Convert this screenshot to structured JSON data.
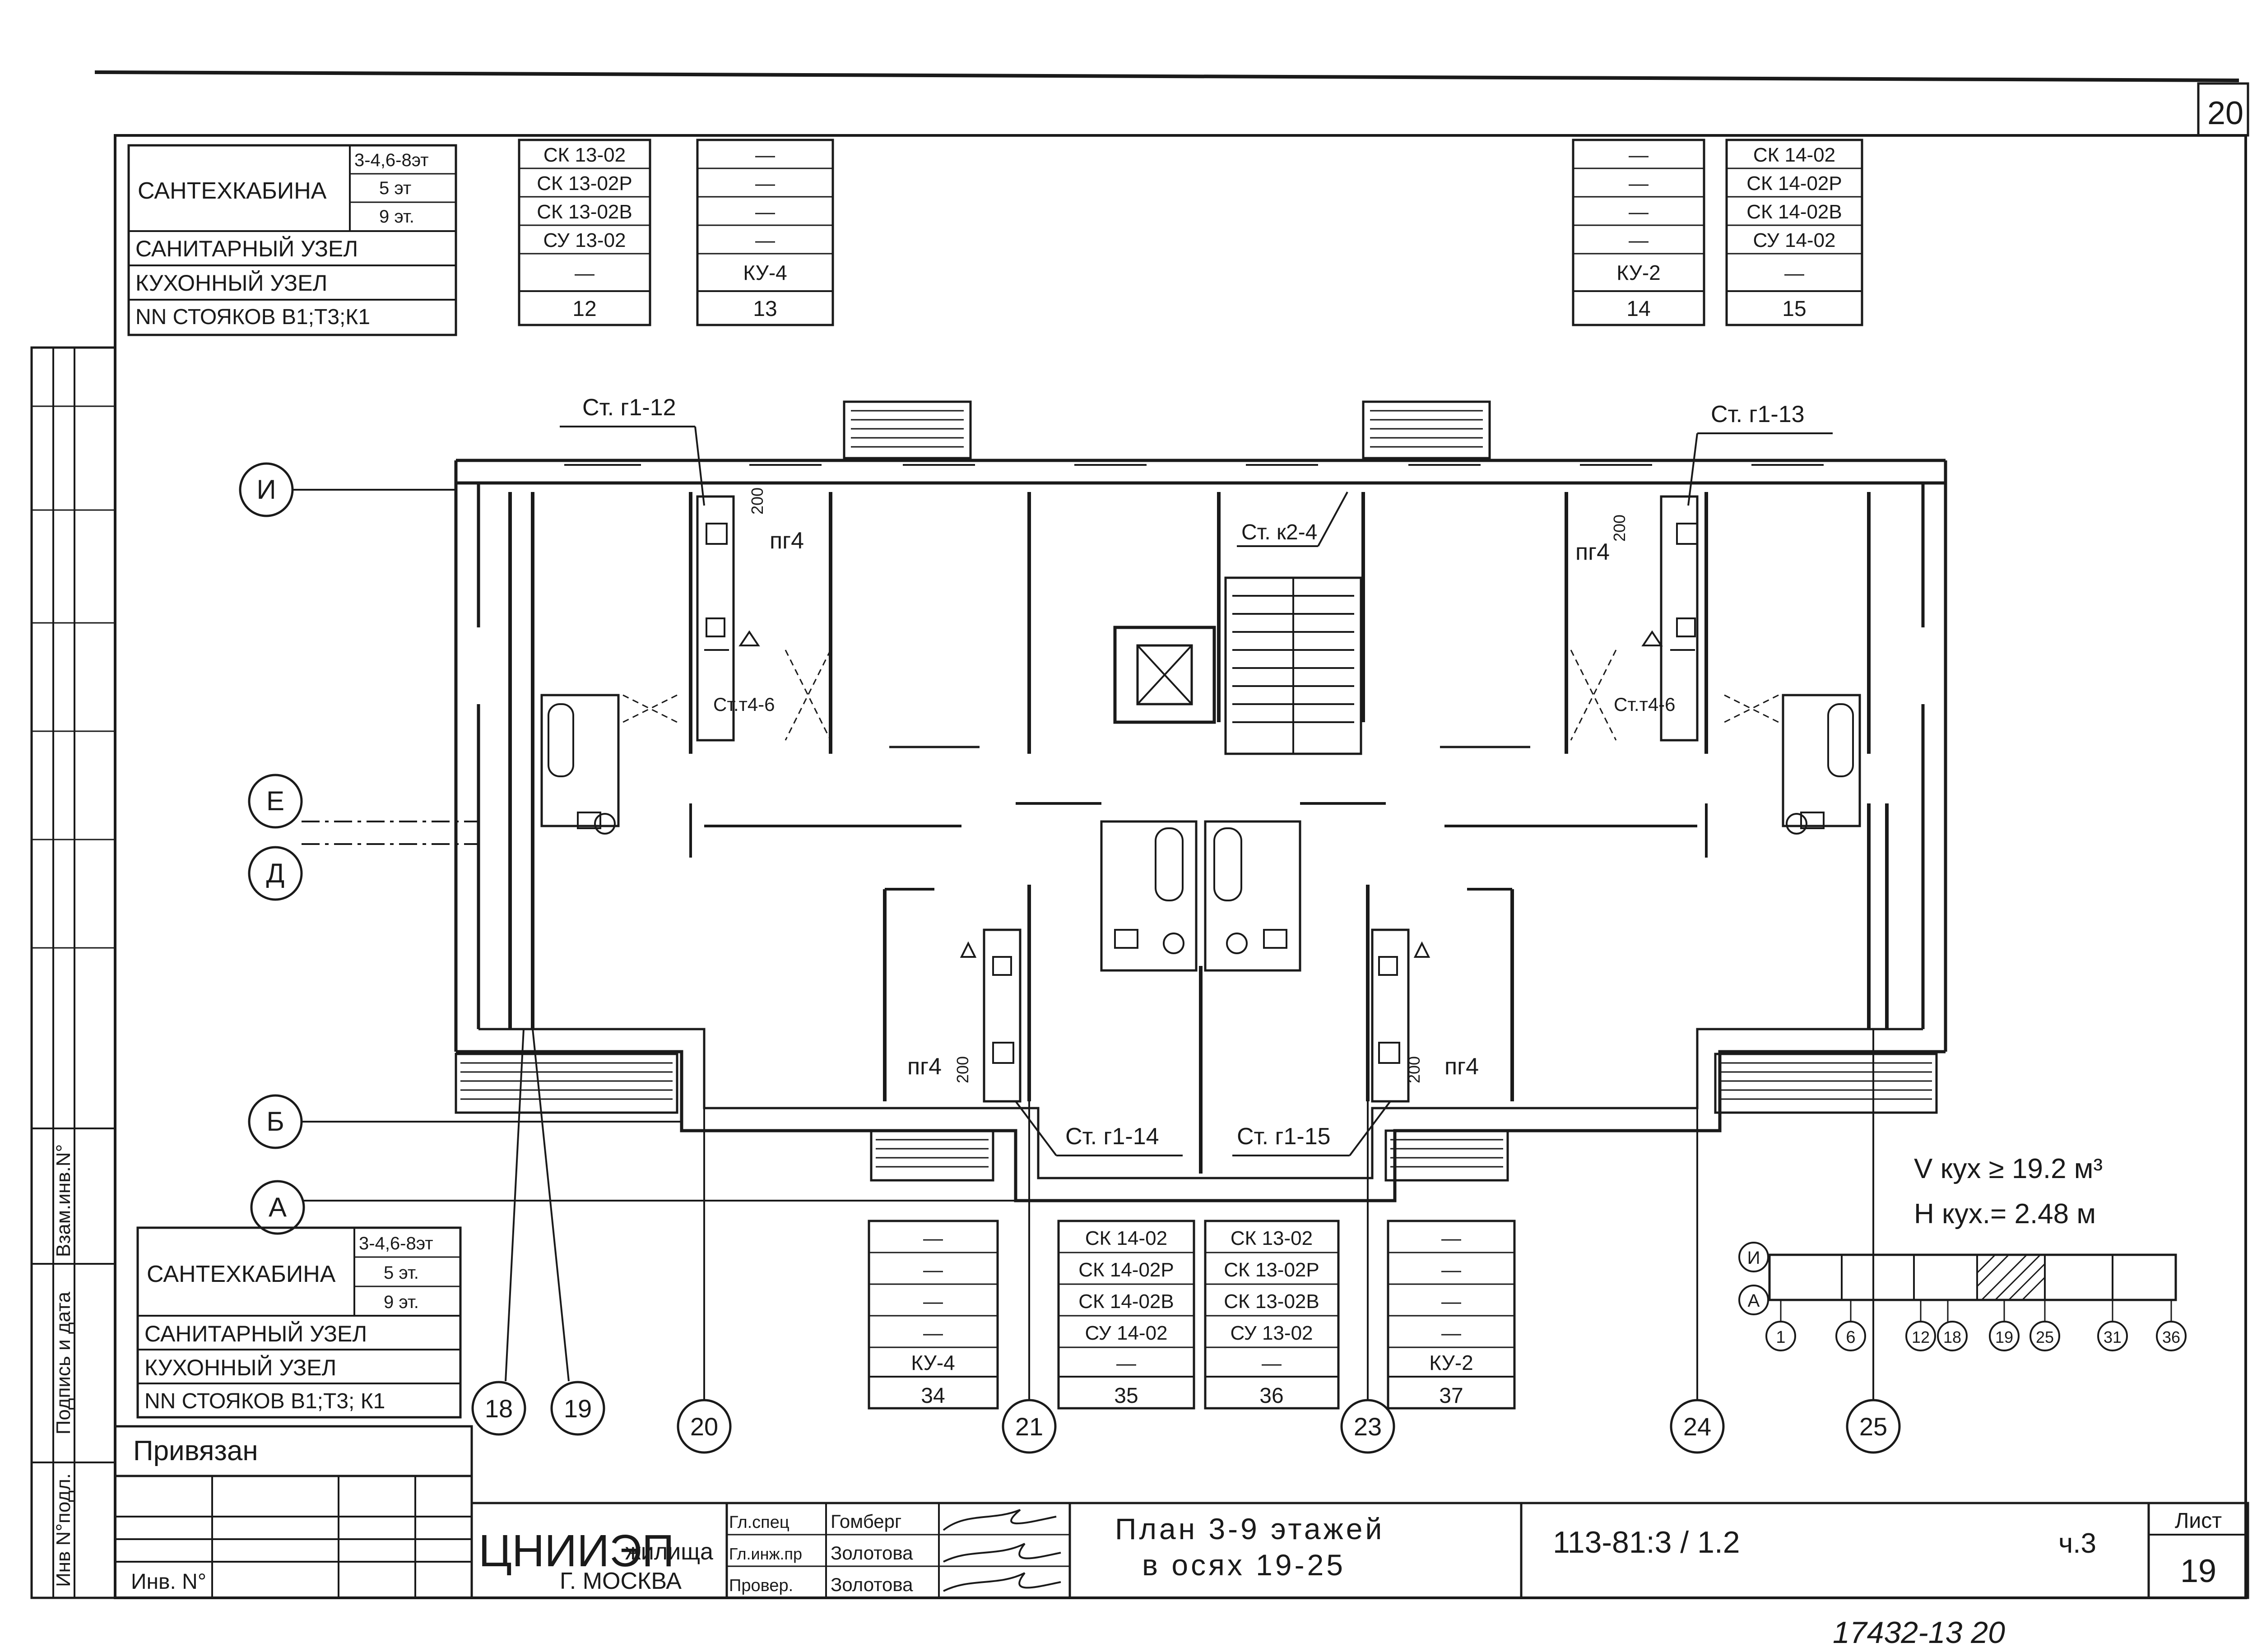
{
  "sheet_number_corner": "20",
  "table_top_left": {
    "label_santex": "САНТЕХКАБИНА",
    "floors_1": "3-4,6-8эт",
    "floors_2": "5 эт",
    "floors_3": "9 эт.",
    "label_sanuzel": "САНИТАРНЫЙ УЗЕЛ",
    "label_kuhuzel": "КУХОННЫЙ УЗЕЛ",
    "label_stoyaki": "NN СТОЯКОВ В1;Т3;К1"
  },
  "table_bottom_left": {
    "label_santex": "САНТЕХКАБИНА",
    "floors_1": "3-4,6-8эт",
    "floors_2": "5 эт.",
    "floors_3": "9 эт.",
    "label_sanuzel": "САНИТАРНЫЙ УЗЕЛ",
    "label_kuhuzel": "КУХОННЫЙ УЗЕЛ",
    "label_stoyaki": "NN СТОЯКОВ В1;Т3; К1"
  },
  "riser_columns": {
    "c12": [
      "СК 13-02",
      "СК 13-02Р",
      "СК 13-02В",
      "СУ 13-02",
      "—",
      "12"
    ],
    "c13": [
      "—",
      "—",
      "—",
      "—",
      "КУ-4",
      "13"
    ],
    "c14": [
      "—",
      "—",
      "—",
      "—",
      "КУ-2",
      "14"
    ],
    "c15": [
      "СК 14-02",
      "СК 14-02Р",
      "СК 14-02В",
      "СУ 14-02",
      "—",
      "15"
    ],
    "c34": [
      "—",
      "—",
      "—",
      "—",
      "КУ-4",
      "34"
    ],
    "c35": [
      "СК 14-02",
      "СК 14-02Р",
      "СК 14-02В",
      "СУ 14-02",
      "—",
      "35"
    ],
    "c36": [
      "СК 13-02",
      "СК 13-02Р",
      "СК 13-02В",
      "СУ 13-02",
      "—",
      "36"
    ],
    "c37": [
      "—",
      "—",
      "—",
      "—",
      "КУ-2",
      "37"
    ]
  },
  "axes_rows": [
    "И",
    "Е",
    "Д",
    "Б",
    "А"
  ],
  "axes_cols": [
    "18",
    "19",
    "20",
    "21",
    "23",
    "24",
    "25"
  ],
  "plan_labels": {
    "st_g1_12": "Ст. г1-12",
    "st_g1_13": "Ст. г1-13",
    "st_g1_14": "Ст. г1-14",
    "st_g1_15": "Ст. г1-15",
    "st_k2_4": "Ст. к2-4",
    "st_t4_6_left": "Ст.т4-6",
    "st_t4_6_right": "Ст.т4-6",
    "pg4": "пг4",
    "dim200": "200"
  },
  "notes": {
    "v_kuh": "V кух ≥ 19.2 м³",
    "h_kuh": "Н кух.= 2.48 м"
  },
  "key_plan": {
    "row_top": "И",
    "row_bottom": "А",
    "cols": [
      "1",
      "6",
      "12",
      "18",
      "19",
      "25",
      "31",
      "36"
    ]
  },
  "title_block": {
    "privyazan": "Привязан",
    "inv_label": "Инв. N°",
    "org_name": "ЦНИИЭП",
    "org_suffix": "жилища",
    "org_city": "Г. МОСКВА",
    "roles": [
      "Гл.спец",
      "Гл.инж.пр",
      "Провер."
    ],
    "names": [
      "Гомберг",
      "Золотова",
      "Золотова"
    ],
    "title_line1": "План 3-9 этажей",
    "title_line2": "в осях 19-25",
    "doc_code": "113-81:3 / 1.2",
    "part": "ч.3",
    "sheet_label": "Лист",
    "sheet_value": "19"
  },
  "side_strip": {
    "vzam": "Взам.инв.N°",
    "podpis": "Подпись и дата",
    "inv_podl": "Инв N°подл."
  },
  "footer_stamp": "17432-13  20"
}
